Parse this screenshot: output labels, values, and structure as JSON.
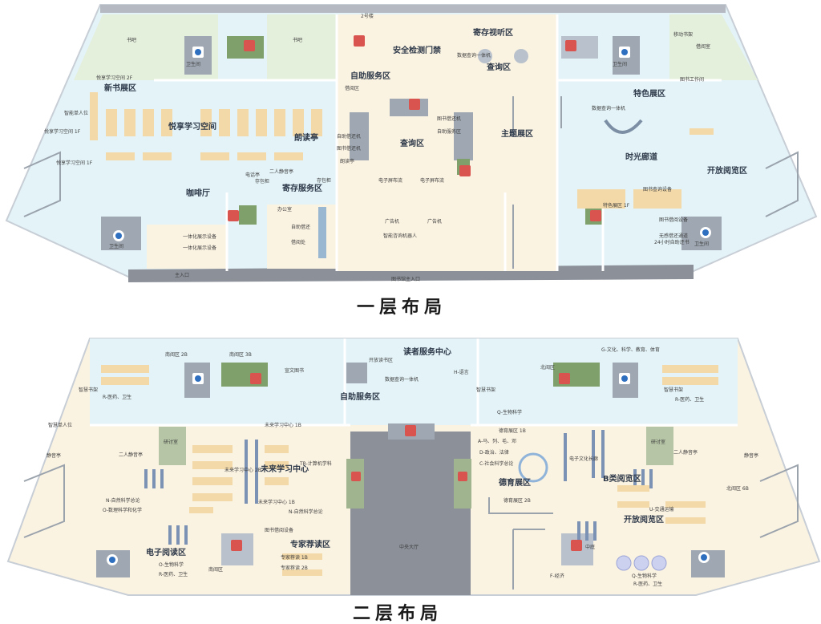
{
  "floors": [
    {
      "title": "一层布局",
      "zones": [
        "新书展区",
        "悦享学习空间",
        "朗读亭",
        "咖啡厅",
        "查询区",
        "主题展区",
        "自助服务区",
        "寄存服务区",
        "特色展区",
        "时光廊道",
        "开放阅览区",
        "寄存视听区",
        "查询区",
        "安全检测门禁"
      ],
      "labels": [
        "智能单人位",
        "悦享学习空间 1F",
        "悦享学习空间 2F",
        "悦享学习空间 1F",
        "书吧",
        "书吧",
        "借阅区",
        "二人静音亭",
        "电话亭",
        "存包柜",
        "存包柜",
        "图书借还机",
        "自助借还机",
        "电子屏布流",
        "电子屏布流",
        "广告机",
        "广告机",
        "智能咨询机器人",
        "一体化展示设备",
        "一体化展示设备",
        "办公室",
        "借阅处",
        "自助借还",
        "朗读亭",
        "数据查询一体机",
        "数据查询一体机",
        "图书借还机",
        "无感借还通道",
        "24小时自助还书",
        "特色展区 1F",
        "图书借阅设备",
        "图书查询设备",
        "自助服务区",
        "移动书架",
        "借阅室",
        "图书工作间",
        "图书馆主入口",
        "2号楼",
        "主入口",
        "卫生间",
        "卫生间",
        "卫生间",
        "卫生间"
      ]
    },
    {
      "title": "二层布局",
      "zones": [
        "读者服务中心",
        "自助服务区",
        "电子阅读区",
        "专家荐读区",
        "未来学习中心",
        "德育展区",
        "B类阅览区",
        "开放阅览区"
      ],
      "labels": [
        "南阅区 2B",
        "南阅区 3B",
        "宣文图书",
        "开放读书区",
        "数据查询一体机",
        "H-语言",
        "北阅区",
        "G-文化、科学、教育、体育",
        "智慧书架",
        "智慧书架",
        "智慧书架",
        "R-医药、卫生",
        "R-医药、卫生",
        "R-医药、卫生",
        "R-医药、卫生",
        "研讨室",
        "研讨室",
        "二人静音亭",
        "二人静音亭",
        "智慧单人位",
        "未来学习中心 1B",
        "未来学习中心 2B",
        "未来学习中心 1B",
        "TR-计算机学科",
        "N-自然科学总论",
        "N-自然科学总论",
        "O-数理科学和化学",
        "O-生物科学",
        "Q-生物科学",
        "Q-生物科学",
        "德育展区 1B",
        "德育展区 2B",
        "A-马、列、毛、邓",
        "D-政治、法律",
        "C-社会科学总论",
        "电子文化长廊",
        "U-交通运输",
        "F-经济",
        "图书借阅设备",
        "专家荐读 1B",
        "专家荐读 2B",
        "北阅区 6B",
        "中央大厅",
        "静音亭",
        "静音亭",
        "南阅区",
        "中庭"
      ]
    }
  ],
  "colors": {
    "light_blue": "#e3f3f8",
    "light_cream": "#fbf3e2",
    "light_green": "#e4efdc",
    "gray_block": "#9ea7b2",
    "dark_gray": "#8b9099",
    "outline": "#c8ced6"
  },
  "icons": [
    "elevator-icon",
    "stairs-icon",
    "restroom-icon"
  ]
}
